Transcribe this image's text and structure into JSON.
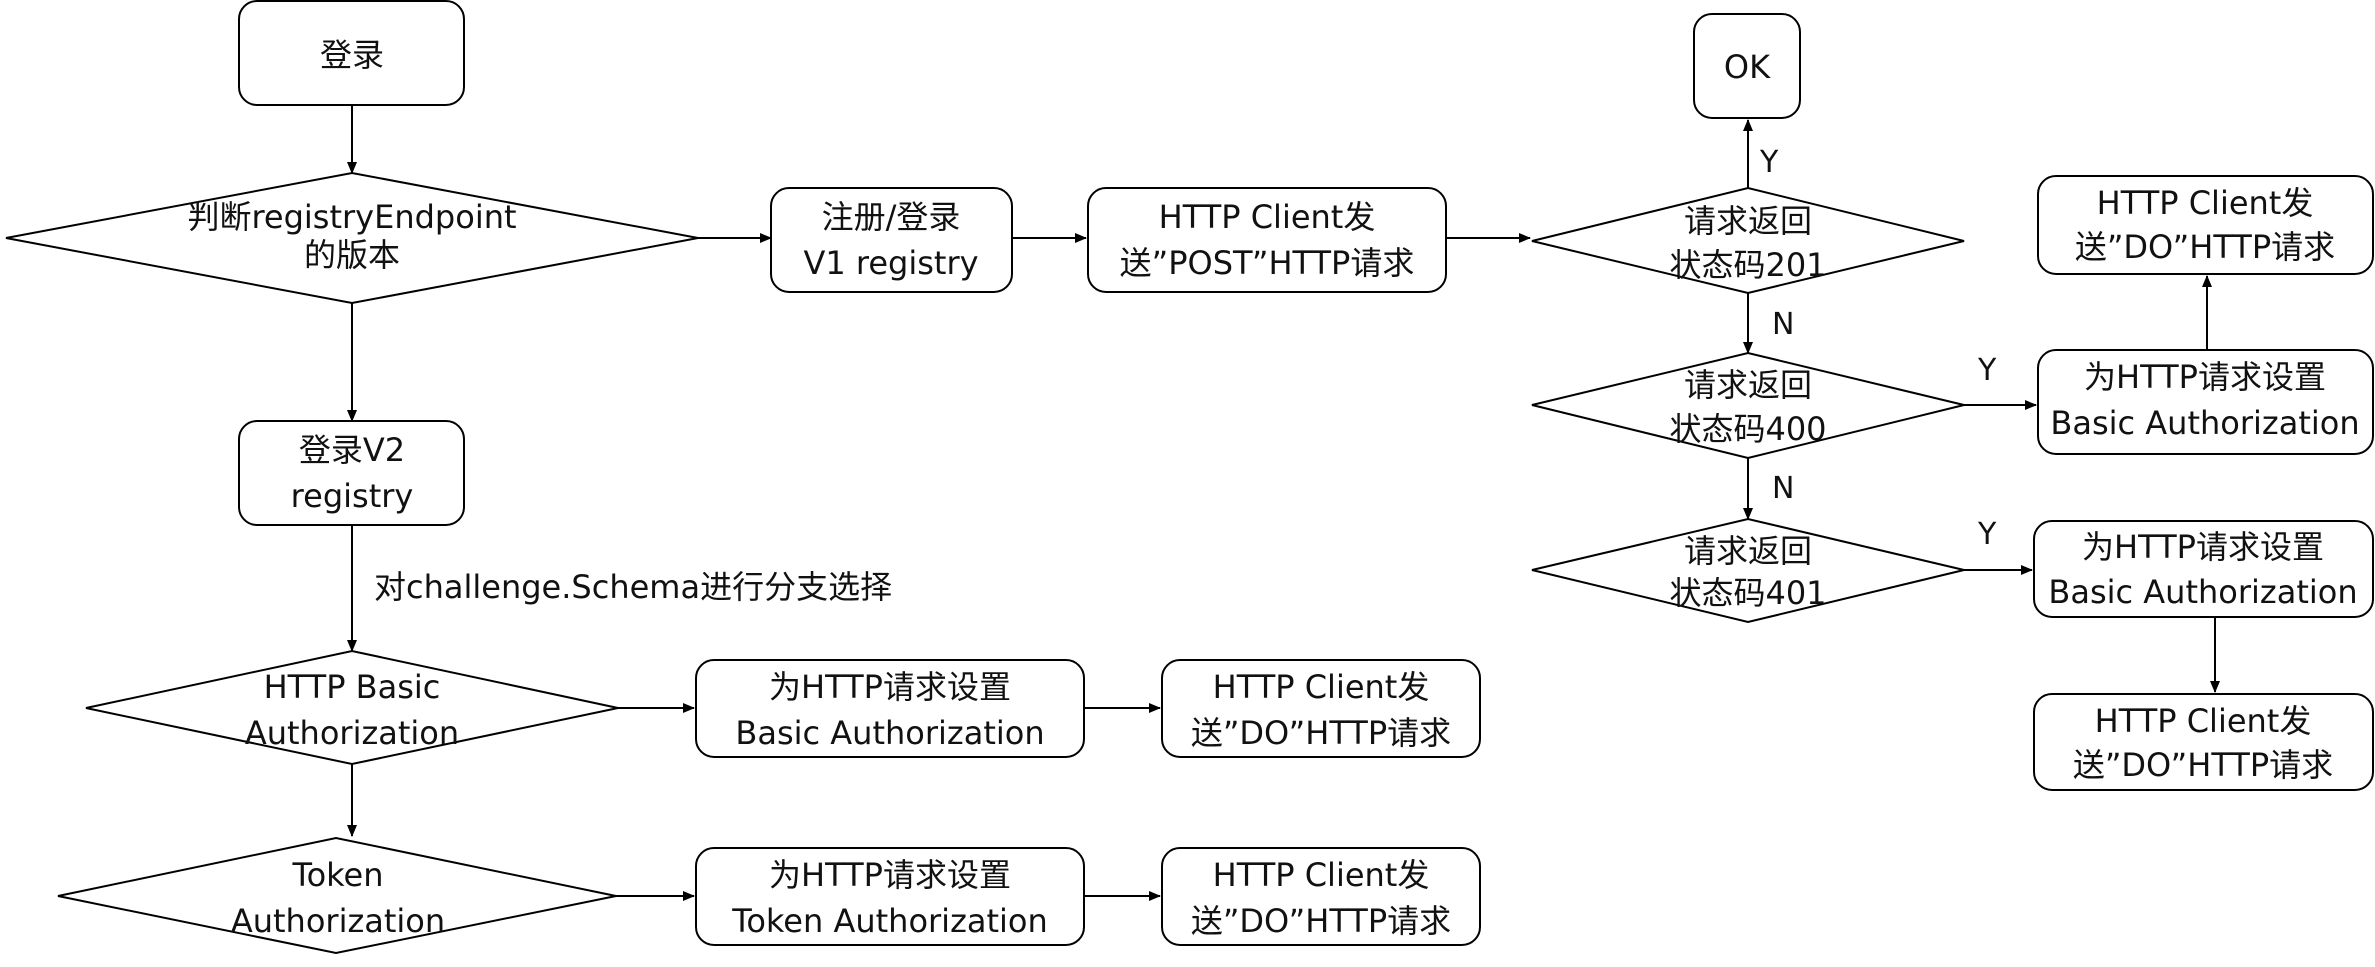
{
  "nodes": {
    "login": [
      "登录"
    ],
    "check_version": [
      "判断registryEndpoint",
      "的版本"
    ],
    "login_v1": [
      "注册/登录",
      "V1 registry"
    ],
    "post_request": [
      "HTTP Client发",
      "送”POST”HTTP请求"
    ],
    "ok": [
      "OK"
    ],
    "status_201": [
      "请求返回",
      "状态码201"
    ],
    "status_400": [
      "请求返回",
      "状态码400"
    ],
    "status_401": [
      "请求返回",
      "状态码401"
    ],
    "set_basic_400": [
      "为HTTP请求设置",
      "Basic Authorization"
    ],
    "do_request_400": [
      "HTTP Client发",
      "送”DO”HTTP请求"
    ],
    "set_basic_401": [
      "为HTTP请求设置",
      "Basic Authorization"
    ],
    "do_request_401": [
      "HTTP Client发",
      "送”DO”HTTP请求"
    ],
    "login_v2": [
      "登录V2",
      "registry"
    ],
    "http_basic": [
      "HTTP Basic",
      "Authorization"
    ],
    "set_basic": [
      "为HTTP请求设置",
      "Basic Authorization"
    ],
    "do_request_basic": [
      "HTTP Client发",
      "送”DO”HTTP请求"
    ],
    "token": [
      "Token",
      "Authorization"
    ],
    "set_token": [
      "为HTTP请求设置",
      "Token Authorization"
    ],
    "do_request_token": [
      "HTTP Client发",
      "送”DO”HTTP请求"
    ]
  },
  "edge_labels": {
    "schema_branch": "对challenge.Schema进行分支选择",
    "y_201": "Y",
    "n_201": "N",
    "y_400": "Y",
    "n_400": "N",
    "y_401": "Y"
  },
  "colors": {
    "stroke": "#000000",
    "fill": "#ffffff",
    "text": "#111111"
  }
}
